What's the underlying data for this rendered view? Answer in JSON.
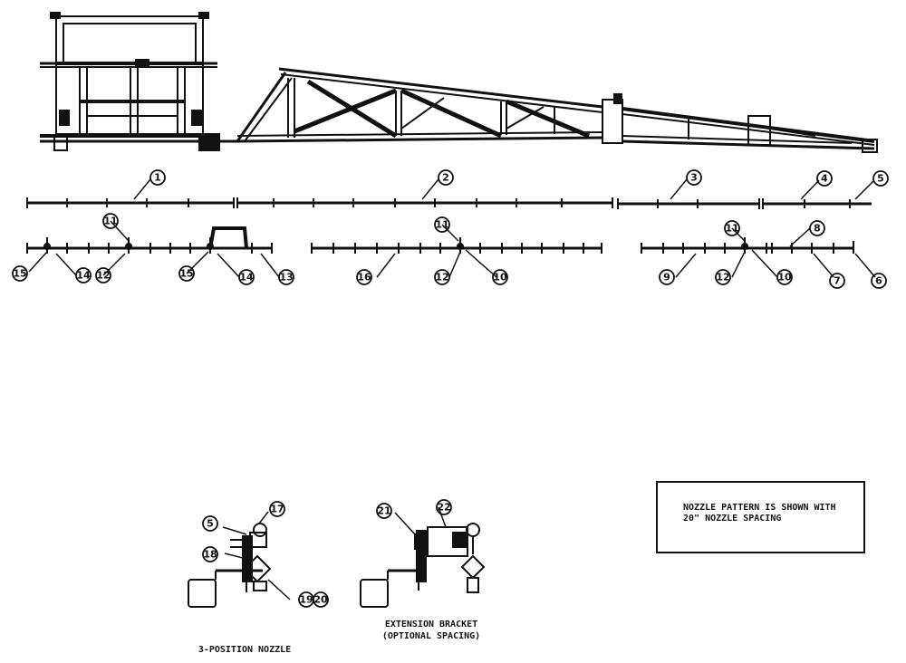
{
  "callouts": [
    "1",
    "2",
    "3",
    "4",
    "5",
    "6",
    "7",
    "8",
    "9",
    "10",
    "11",
    "12",
    "13",
    "14",
    "15",
    "16",
    "17",
    "18",
    "19",
    "20",
    "21",
    "22"
  ],
  "captions": {
    "nozzle": "3-POSITION NOZZLE",
    "extension_line1": "EXTENSION BRACKET",
    "extension_line2": "(OPTIONAL SPACING)"
  },
  "note": {
    "line1": "NOZZLE PATTERN IS SHOWN WITH",
    "line2": "20\" NOZZLE SPACING"
  },
  "colors": {
    "ink": "#111111",
    "background": "#ffffff"
  }
}
